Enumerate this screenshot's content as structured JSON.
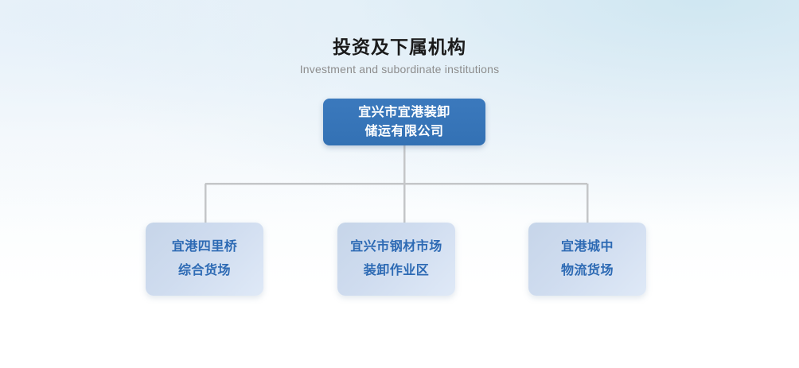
{
  "heading": {
    "title": "投资及下属机构",
    "subtitle": "Investment and subordinate institutions"
  },
  "colors": {
    "root_node_fill": "#3573b8",
    "root_node_text": "#ffffff",
    "child_node_fill": "#ccdaed",
    "child_node_text": "#2d6ab4",
    "connector_line": "#c4c6c8",
    "title_text": "#1b1b1b",
    "subtitle_text": "#8d8d8d",
    "background_top": "#eaf3f9",
    "background_bottom": "#ffffff"
  },
  "chart": {
    "type": "org-chart",
    "root": {
      "id": "root",
      "lines": [
        "宜兴市宜港装卸",
        "储运有限公司"
      ],
      "full_text": "宜兴市宜港装卸储运有限公司"
    },
    "children": [
      {
        "id": "child-0",
        "lines": [
          "宜港四里桥",
          "综合货场"
        ],
        "full_text": "宜港四里桥综合货场"
      },
      {
        "id": "child-1",
        "lines": [
          "宜兴市钢材市场",
          "装卸作业区"
        ],
        "full_text": "宜兴市钢材市场装卸作业区"
      },
      {
        "id": "child-2",
        "lines": [
          "宜港城中",
          "物流货场"
        ],
        "full_text": "宜港城中物流货场"
      }
    ]
  }
}
